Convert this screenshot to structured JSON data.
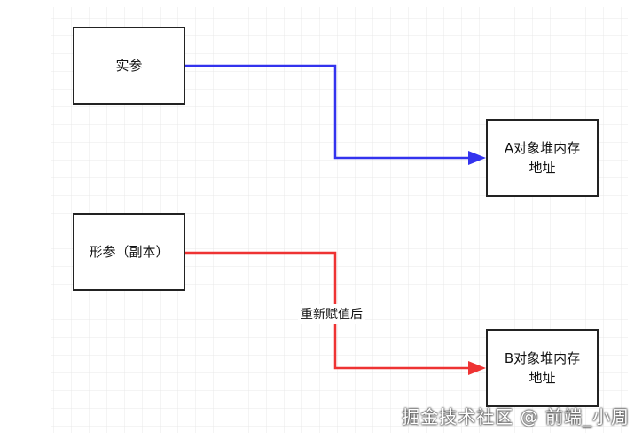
{
  "diagram": {
    "nodes": {
      "actual_param": "实参",
      "formal_param": "形参（副本）",
      "heap_a": "A对象堆内存\n地址",
      "heap_b": "B对象堆内存\n地址"
    },
    "edge_label_reassign": "重新赋值后",
    "colors": {
      "blue_edge": "#3333ee",
      "red_edge": "#ee3333",
      "grid": "#e6e6e6"
    }
  },
  "watermark": "掘金技术社区 @ 前端_小周"
}
